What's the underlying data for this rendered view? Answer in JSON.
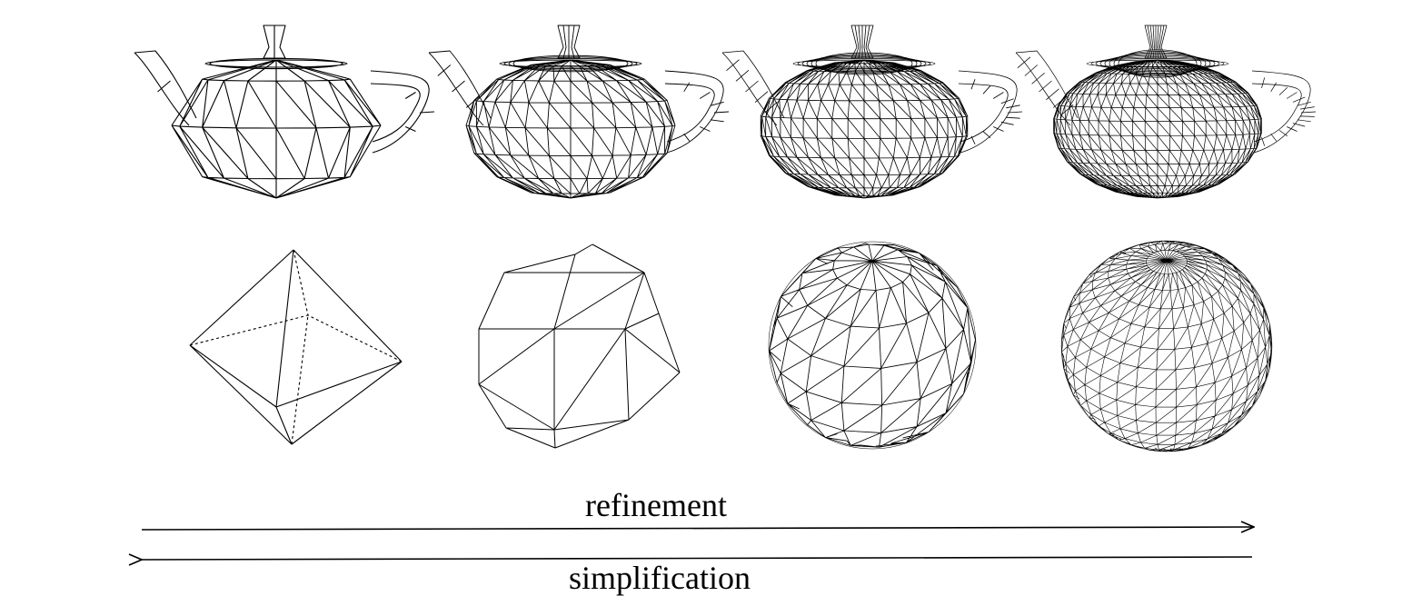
{
  "labels": {
    "refinement": "refinement",
    "simplification": "simplification"
  },
  "rows": [
    {
      "shape": "teapot",
      "levels": 4
    },
    {
      "shape": "sphere",
      "levels": 4
    }
  ],
  "colors": {
    "line": "#000000",
    "background": "#ffffff"
  }
}
